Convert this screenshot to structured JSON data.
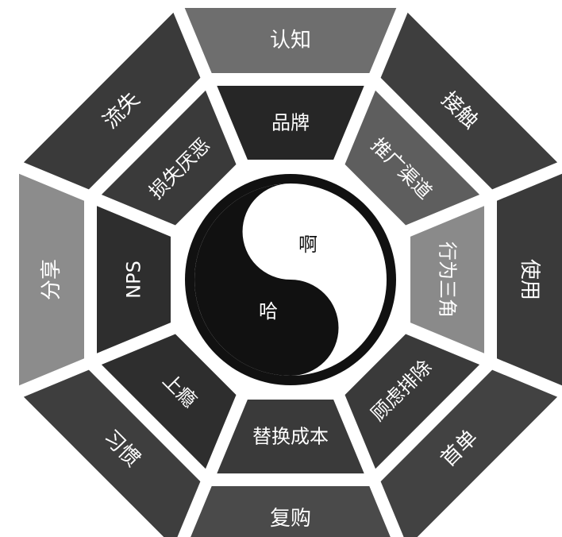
{
  "outer_ring": [
    {
      "label": "认知",
      "color": "#6e6e6e"
    },
    {
      "label": "接触",
      "color": "#3e3e3e"
    },
    {
      "label": "使用",
      "color": "#3a3a3a"
    },
    {
      "label": "首单",
      "color": "#424242"
    },
    {
      "label": "复购",
      "color": "#4a4a4a"
    },
    {
      "label": "习惯",
      "color": "#3e3e3e"
    },
    {
      "label": "分享",
      "color": "#8c8c8c"
    },
    {
      "label": "流失",
      "color": "#3a3a3a"
    }
  ],
  "inner_ring": [
    {
      "label": "品牌",
      "color": "#262626"
    },
    {
      "label": "推广渠道",
      "color": "#5e5e5e"
    },
    {
      "label": "行为三角",
      "color": "#8a8a8a"
    },
    {
      "label": "顾虑排除",
      "color": "#3a3a3a"
    },
    {
      "label": "替换成本",
      "color": "#3a3a3a"
    },
    {
      "label": "上瘾",
      "color": "#2e2e2e"
    },
    {
      "label": "NPS",
      "color": "#2e2e2e"
    },
    {
      "label": "损失厌恶",
      "color": "#3a3a3a"
    }
  ],
  "center": {
    "yang_label": "啊",
    "yin_label": "哈",
    "dark_color": "#111111",
    "light_color": "#ffffff"
  }
}
